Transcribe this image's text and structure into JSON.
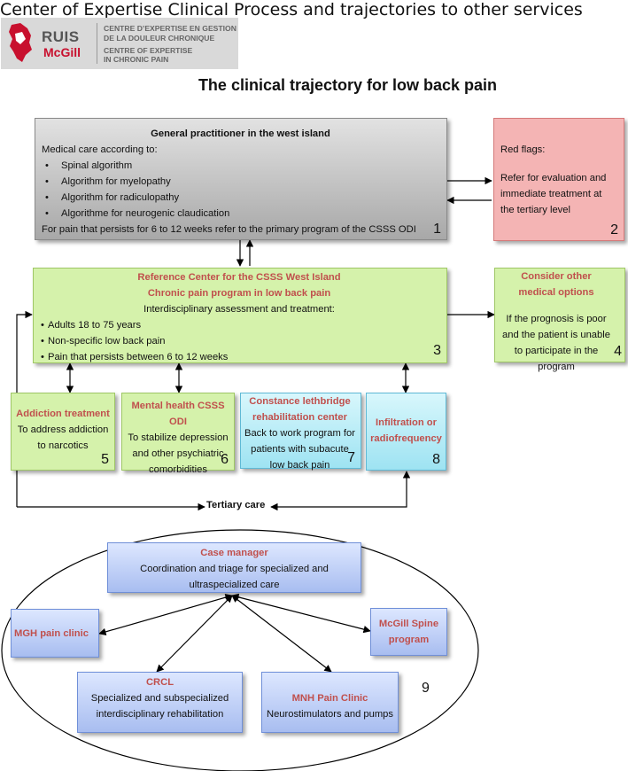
{
  "header": "Center of Expertise Clinical Process and trajectories to other services",
  "logo": {
    "ruis": "RUIS",
    "mcgill": "McGill",
    "lines": [
      "CENTRE D’EXPERTISE EN GESTION",
      "DE LA DOULEUR CHRONIQUE",
      "CENTRE OF EXPERTISE",
      "IN CHRONIC PAIN"
    ]
  },
  "title": "The clinical trajectory for low back pain",
  "boxes": {
    "gp": {
      "title": "General practitioner in the west island",
      "intro": "Medical care according to:",
      "items": [
        "Spinal algorithm",
        "Algorithm for myelopathy",
        "Algorithm for radiculopathy",
        "Algorithme for neurogenic claudication"
      ],
      "footer": "For pain that persists for 6 to 12 weeks refer to the primary program of the CSSS ODI",
      "number": "1"
    },
    "red_flags": {
      "title": "Red flags:",
      "text": "Refer for evaluation and immediate treatment at the tertiary level",
      "number": "2"
    },
    "reference": {
      "title1": "Reference Center for the CSSS West Island",
      "title2": "Chronic pain program in low back pain",
      "subtitle": "Interdisciplinary assessment and treatment:",
      "items": [
        "Adults 18 to 75 years",
        "Non-specific low back pain",
        "Pain that persists between 6 to 12 weeks"
      ],
      "number": "3"
    },
    "other_options": {
      "title": "Consider other medical options",
      "text": "If the prognosis is poor and the patient is unable to participate in the program",
      "number": "4"
    },
    "addiction": {
      "title": "Addiction treatment",
      "text": "To address addiction to narcotics",
      "number": "5"
    },
    "mental_health": {
      "title": "Mental health CSSS ODI",
      "text": "To stabilize depression and other psychiatric comorbidities",
      "number": "6"
    },
    "constance": {
      "title": "Constance lethbridge rehabilitation center",
      "text": "Back to work program for patients with subacute low back pain",
      "number": "7"
    },
    "infiltration": {
      "title": "Infiltration or radiofrequency",
      "number": "8"
    },
    "tertiary_label": "Tertiary care",
    "case_manager": {
      "title": "Case manager",
      "text": "Coordination and triage for specialized and ultraspecialized care"
    },
    "mgh": {
      "title": "MGH pain clinic"
    },
    "mcgill_spine": {
      "title": "McGill Spine program"
    },
    "crcl": {
      "title": "CRCL",
      "text": "Specialized and subspecialized interdisciplinary rehabilitation"
    },
    "mnh": {
      "title": "MNH Pain Clinic",
      "text": "Neurostimulators and pumps"
    },
    "ellipse_number": "9"
  },
  "colors": {
    "title_red": "#c0504d",
    "gray_box": "#b8b8b8",
    "red_box": "#f4b4b4",
    "green_box": "#d5f2ab",
    "cyan_box": "#b9ecf7",
    "blue_box": "#b9cbf3"
  }
}
